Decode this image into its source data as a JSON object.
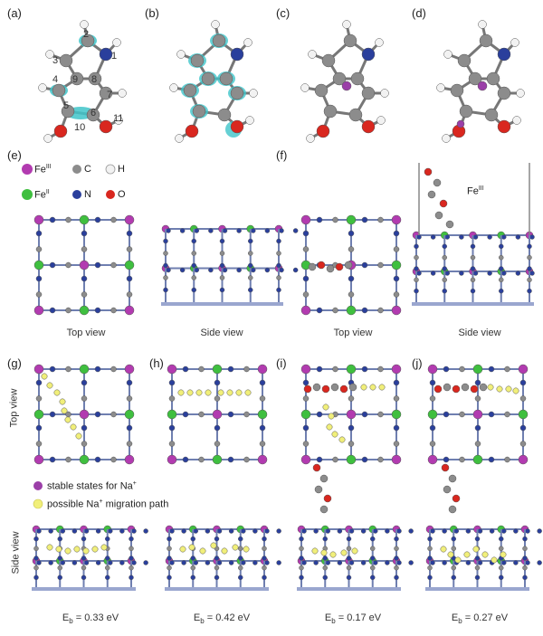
{
  "panel_labels": [
    "(a)",
    "(b)",
    "(c)",
    "(d)",
    "(e)",
    "(f)",
    "(g)",
    "(h)",
    "(i)",
    "(j)"
  ],
  "atom_numbers": [
    "1",
    "2",
    "3",
    "4",
    "5",
    "6",
    "7",
    "8",
    "9",
    "10",
    "11"
  ],
  "legend": {
    "fe3": "Fe",
    "fe3_sup": "III",
    "fe2": "Fe",
    "fe2_sup": "II",
    "c": "C",
    "h": "H",
    "n": "N",
    "o": "O"
  },
  "f_annotation": {
    "text": "Fe",
    "sup": "III"
  },
  "views": {
    "top": "Top view",
    "side": "Side view"
  },
  "row_labels": {
    "top": "Top view",
    "side": "Side view"
  },
  "na_legend": {
    "stable": "stable states for Na",
    "path": "possible Na",
    "plus": "+",
    "path_suffix": " migration path"
  },
  "energies": [
    {
      "label": "E",
      "sub": "b",
      "value": " = 0.33 eV"
    },
    {
      "label": "E",
      "sub": "b",
      "value": " = 0.42 eV"
    },
    {
      "label": "E",
      "sub": "b",
      "value": " = 0.17 eV"
    },
    {
      "label": "E",
      "sub": "b",
      "value": " = 0.27 eV"
    }
  ],
  "colors": {
    "carbon": "#8c8c8c",
    "hydrogen": "#f2f2f2",
    "nitrogen": "#2a3f9c",
    "oxygen": "#d9271f",
    "fe3": "#b23bb0",
    "fe2": "#3fbf3f",
    "orbital": "#3fc4c9",
    "na_stable": "#9b3fa8",
    "na_path": "#f1ef7a",
    "bond": "#6f7fb0"
  }
}
